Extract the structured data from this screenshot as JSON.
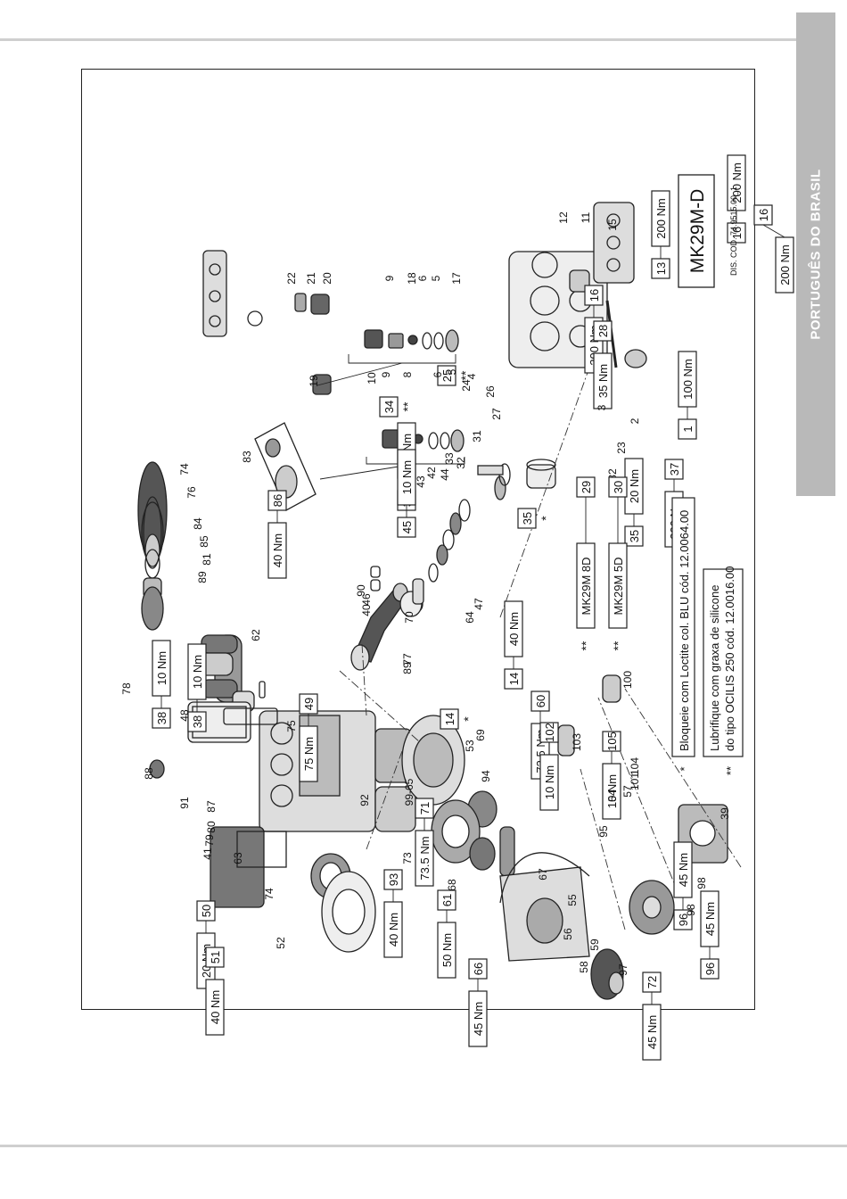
{
  "side_tab": {
    "label": "PORTUGUÊS DO BRASIL"
  },
  "model": {
    "label": "MK29M-D"
  },
  "drawing_code": "DIS. COD. 74.9515.00_1",
  "notes": [
    {
      "symbol": "*",
      "text": "Bloqueie com Loctite col. BLU cód. 12.0064.00"
    },
    {
      "symbol": "**",
      "text": "Lubrifique com graxa de silicone do tipo OCILIS 250 cód. 12.0016.00"
    }
  ],
  "variants": [
    {
      "part": "29",
      "symbol": "**",
      "label": "MK29M 8D"
    },
    {
      "part": "30",
      "symbol": "**",
      "label": "MK29M 5D"
    }
  ],
  "torque_callouts": [
    {
      "part": "16",
      "torque": "200 Nm"
    },
    {
      "part": "16",
      "torque": "200 Nm"
    },
    {
      "part": "16",
      "torque": "200 Nm"
    },
    {
      "part": "13",
      "torque": "200 Nm"
    },
    {
      "part": "28",
      "torque": "35 Nm"
    },
    {
      "part": "86",
      "torque": "40 Nm"
    },
    {
      "part": "34",
      "torque": "45 Nm"
    },
    {
      "part": "45",
      "torque": "10 Nm"
    },
    {
      "part": "38",
      "torque": "10 Nm"
    },
    {
      "part": "35",
      "torque": "20 Nm"
    },
    {
      "part": "37",
      "torque": "200 Nm"
    },
    {
      "part": "1",
      "torque": "100 Nm"
    },
    {
      "part": "49",
      "torque": "75 Nm"
    },
    {
      "part": "14",
      "torque": "40 Nm"
    },
    {
      "part": "60",
      "torque": "73.5 Nm"
    },
    {
      "part": "38",
      "torque": "10 Nm"
    },
    {
      "part": "50",
      "torque": "20 Nm"
    },
    {
      "part": "51",
      "torque": "40 Nm"
    },
    {
      "part": "93",
      "torque": "40 Nm"
    },
    {
      "part": "71",
      "torque": "73.5 Nm"
    },
    {
      "part": "61",
      "torque": "50 Nm"
    },
    {
      "part": "102",
      "torque": "10 Nm"
    },
    {
      "part": "105",
      "torque": "10 Nm"
    },
    {
      "part": "66",
      "torque": "45 Nm"
    },
    {
      "part": "96",
      "torque": "45 Nm"
    },
    {
      "part": "96",
      "torque": "45 Nm"
    },
    {
      "part": "72",
      "torque": "45 Nm"
    }
  ],
  "callout_markers": [
    {
      "part": "25",
      "symbol": "**"
    },
    {
      "part": "34",
      "symbol": "**"
    },
    {
      "part": "35",
      "symbol": "*"
    },
    {
      "part": "14",
      "symbol": "*"
    }
  ],
  "part_labels": [
    "12",
    "11",
    "15",
    "2",
    "3",
    "4",
    "5",
    "6",
    "8",
    "9",
    "10",
    "17",
    "5",
    "6",
    "18",
    "9",
    "19",
    "20",
    "21",
    "22",
    "24",
    "26",
    "27",
    "31",
    "32",
    "33",
    "44",
    "42",
    "43",
    "23",
    "82",
    "74",
    "76",
    "83",
    "84",
    "85",
    "81",
    "89",
    "90",
    "46",
    "40",
    "47",
    "64",
    "62",
    "78",
    "77",
    "89",
    "70",
    "69",
    "53",
    "94",
    "100",
    "103",
    "104",
    "101",
    "57",
    "54",
    "95",
    "39",
    "48",
    "88",
    "91",
    "87",
    "80",
    "79",
    "41",
    "75",
    "92",
    "99-65",
    "73",
    "74",
    "52",
    "63",
    "68",
    "67",
    "55",
    "56",
    "59",
    "58",
    "97",
    "98",
    "98"
  ]
}
